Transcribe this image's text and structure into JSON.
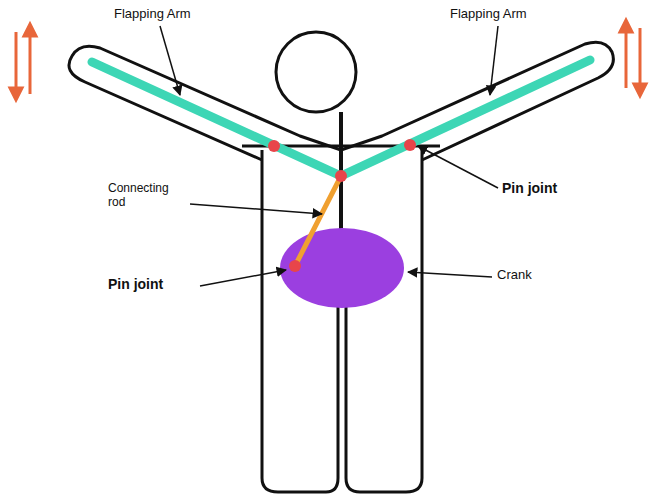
{
  "diagram": {
    "labels": [
      "Flapping Arm",
      "Flapping Arm",
      "Connecting rod",
      "Pin joint",
      "Pin joint",
      "Crank"
    ]
  }
}
